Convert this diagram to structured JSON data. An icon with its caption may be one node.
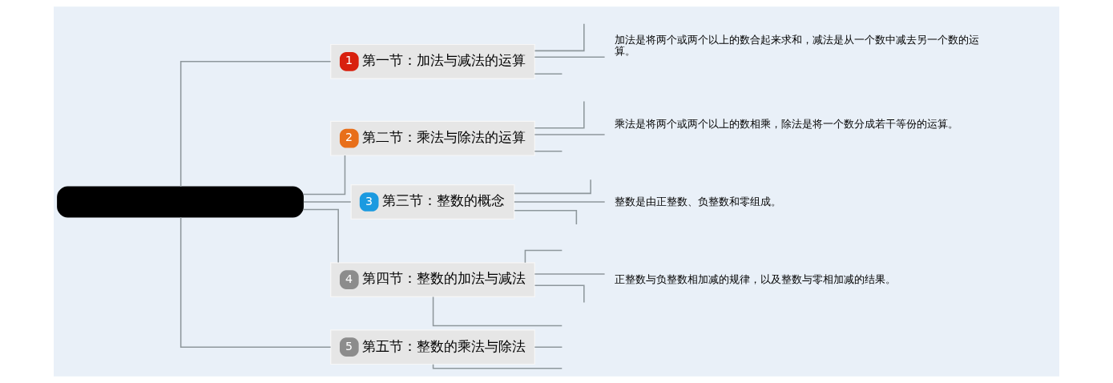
{
  "diagram": {
    "nodes": [
      {
        "text": [],
        "shape": "box"
      },
      {
        "text": [
          "1",
          "第一节：加法与减法的运算"
        ]
      },
      {
        "text": [
          "加法是将两个或两个以上的数合起来求和，减法是从一个数中减去另一个数的运算。"
        ]
      },
      {
        "text": [
          "2",
          "第二节：乘法与除法的运算"
        ]
      },
      {
        "text": [
          "乘法是将两个或两个以上的数相乘，除法是将一个数分成若干等份的运算。"
        ]
      },
      {
        "text": [
          "3",
          "第三节：整数的概念"
        ]
      },
      {
        "text": [
          "整数是由正整数、负整数和零组成。"
        ]
      },
      {
        "text": [
          "4",
          "第四节：整数的加法与减法"
        ]
      },
      {
        "text": [
          "正整数与负整数相加减的规律，以及整数与零相加减的结果。"
        ]
      },
      {
        "text": [
          "5",
          "第五节：整数的乘法与除法"
        ]
      }
    ],
    "edges": [
      {
        "from": 0,
        "to": 1,
        "arrow": "none"
      },
      {
        "from": 0,
        "to": 3,
        "arrow": "none"
      },
      {
        "from": 0,
        "to": 5,
        "arrow": "none"
      },
      {
        "from": 0,
        "to": 7,
        "arrow": "none"
      },
      {
        "from": 0,
        "to": 9,
        "arrow": "none"
      },
      {
        "from": 1,
        "to": null,
        "arrow": "none"
      },
      {
        "from": 1,
        "to": 2,
        "arrow": "none"
      },
      {
        "from": 1,
        "to": null,
        "arrow": "none"
      },
      {
        "from": 3,
        "to": null,
        "arrow": "none"
      },
      {
        "from": 3,
        "to": 4,
        "arrow": "none"
      },
      {
        "from": 3,
        "to": null,
        "arrow": "none"
      },
      {
        "from": 5,
        "to": null,
        "arrow": "none"
      },
      {
        "from": 5,
        "to": 6,
        "arrow": "none"
      },
      {
        "from": 5,
        "to": null,
        "arrow": "none"
      },
      {
        "from": 7,
        "to": null,
        "arrow": "none"
      },
      {
        "from": 7,
        "to": 8,
        "arrow": "none"
      },
      {
        "from": 7,
        "to": null,
        "arrow": "none"
      },
      {
        "from": 7,
        "to": null,
        "arrow": "none"
      },
      {
        "from": 9,
        "to": null,
        "arrow": "none"
      },
      {
        "from": 9,
        "to": null,
        "arrow": "none"
      }
    ]
  }
}
